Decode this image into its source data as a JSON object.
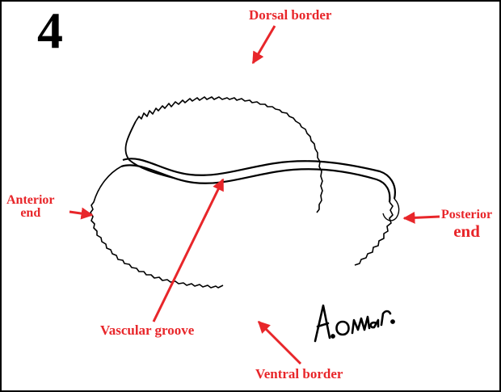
{
  "figure": {
    "number": "4",
    "signature": "A.Omar."
  },
  "labels": {
    "dorsal": "Dorsal border",
    "anterior_line1": "Anterior",
    "anterior_line2": "end",
    "posterior_line1": "Posterior",
    "posterior_line2": "end",
    "vascular": "Vascular groove",
    "ventral": "Ventral border"
  },
  "colors": {
    "label": "#e8262a",
    "arrow": "#e8262a",
    "outline": "#000000",
    "background": "#ffffff"
  }
}
